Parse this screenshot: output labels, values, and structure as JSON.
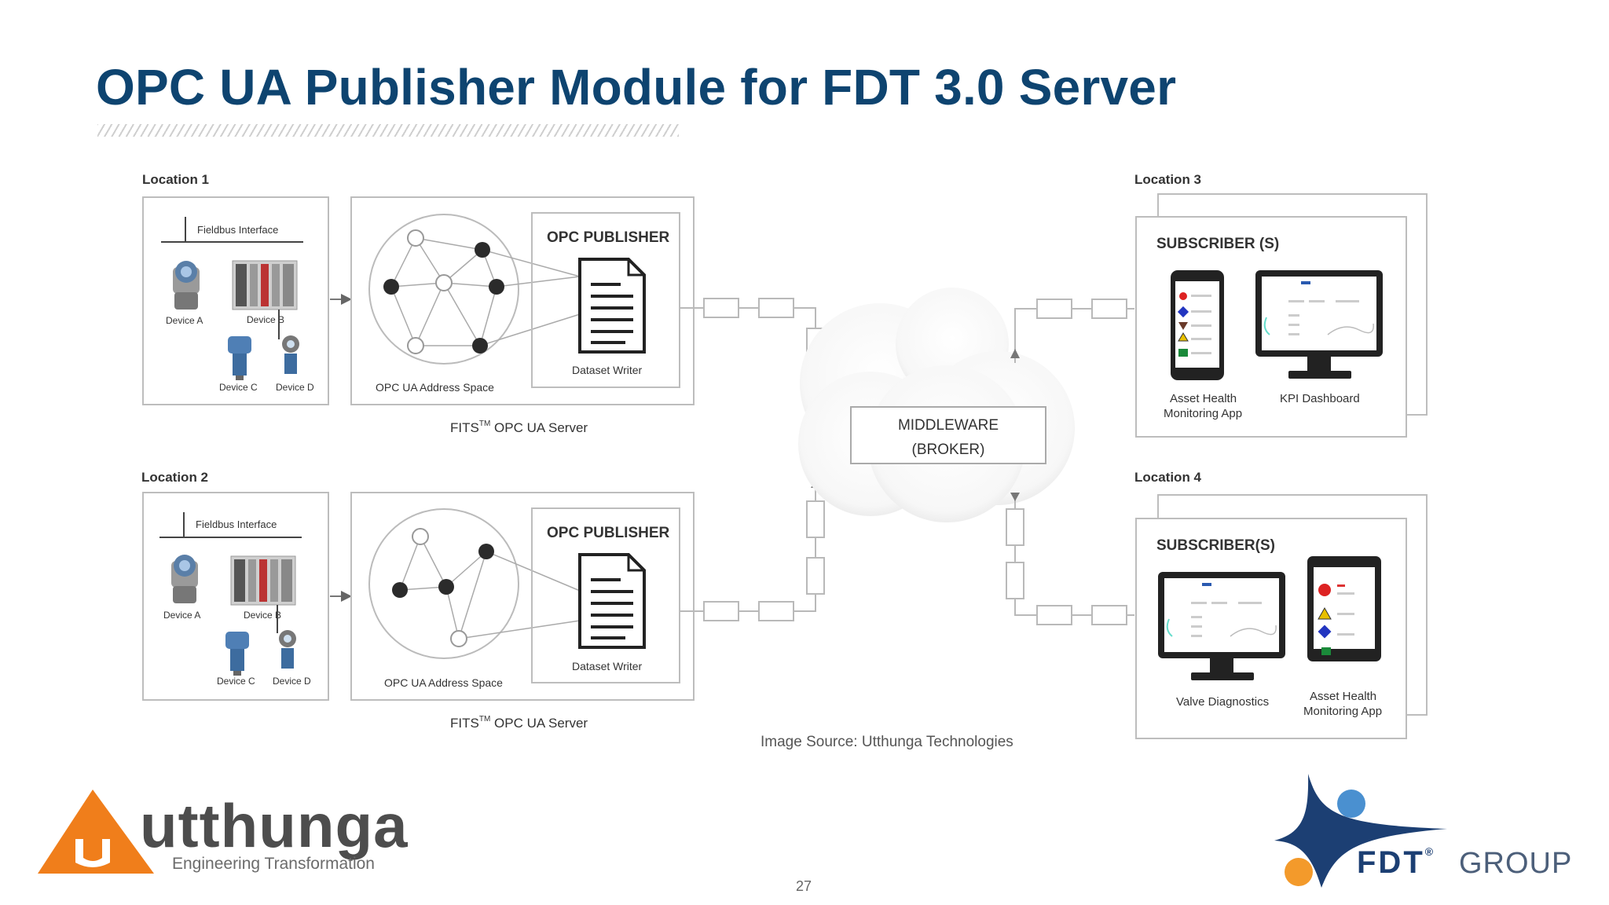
{
  "slide": {
    "title": "OPC UA Publisher Module for FDT 3.0 Server",
    "image_source": "Image Source: Utthunga Technologies",
    "page_number": "27"
  },
  "diagram": {
    "location1": {
      "label": "Location 1",
      "fieldbus": "Fieldbus Interface",
      "devices": [
        "Device A",
        "Device B",
        "Device C",
        "Device D"
      ],
      "address_space": "OPC UA Address Space",
      "publisher": "OPC PUBLISHER",
      "dataset_writer": "Dataset Writer",
      "server_prefix": "FITS",
      "server_tm": "TM",
      "server_suffix": " OPC UA Server"
    },
    "location2": {
      "label": "Location 2",
      "fieldbus": "Fieldbus Interface",
      "devices": [
        "Device A",
        "Device B",
        "Device C",
        "Device D"
      ],
      "address_space": "OPC UA Address Space",
      "publisher": "OPC PUBLISHER",
      "dataset_writer": "Dataset Writer",
      "server_prefix": "FITS",
      "server_tm": "TM",
      "server_suffix": " OPC UA Server"
    },
    "broker": {
      "line1": "MIDDLEWARE",
      "line2": "(BROKER)"
    },
    "location3": {
      "label": "Location 3",
      "subscriber": "SUBSCRIBER (S)",
      "app1_line1": "Asset Health",
      "app1_line2": "Monitoring App",
      "app2": "KPI Dashboard"
    },
    "location4": {
      "label": "Location 4",
      "subscriber": "SUBSCRIBER(S)",
      "app1": "Valve Diagnostics",
      "app2_line1": "Asset Health",
      "app2_line2": "Monitoring App"
    }
  },
  "logos": {
    "utthunga": {
      "word": "utthunga",
      "tagline": "Engineering Transformation"
    },
    "fdt": {
      "word": "FDT",
      "reg": "®",
      "group": "GROUP"
    }
  },
  "colors": {
    "title": "#0e4470",
    "utthunga_orange": "#f07e1b",
    "fdt_blue": "#1c3f73",
    "fdt_light_blue": "#4a90d0",
    "fdt_orange": "#f39a2b",
    "diagram_line": "#b9b9b9"
  }
}
